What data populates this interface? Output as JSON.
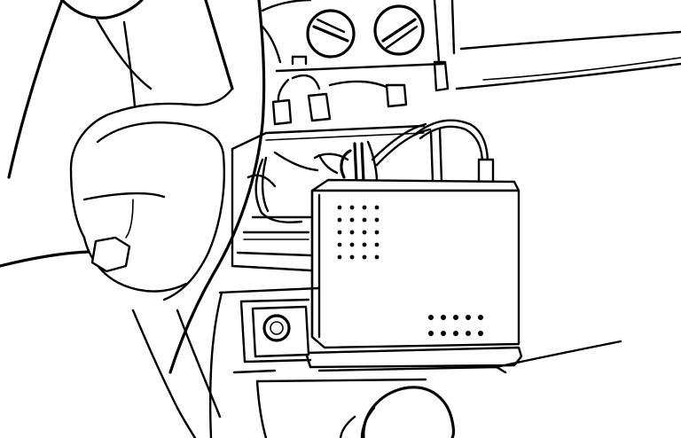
{
  "figure": {
    "subject": "dashboard-radio-removal-line-drawing",
    "stroke_color": "#000000",
    "background_color": "#ffffff"
  },
  "radio_unit": {
    "vent_rows": 5,
    "vent_columns": 4,
    "lower_port_rows": 2,
    "lower_port_columns": 5
  }
}
